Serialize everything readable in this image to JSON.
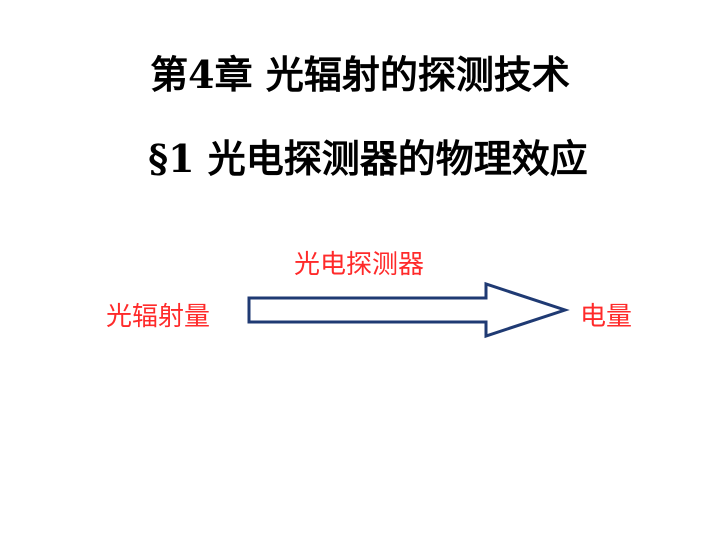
{
  "chapter_title": "第4章  光辐射的探测技术",
  "section_title": "§1  光电探测器的物理效应",
  "diagram": {
    "detector_label": "光电探测器",
    "input_label": "光辐射量",
    "output_label": "电量",
    "label_color": "#ff2a2a",
    "arrow_color": "#1f3a73"
  }
}
